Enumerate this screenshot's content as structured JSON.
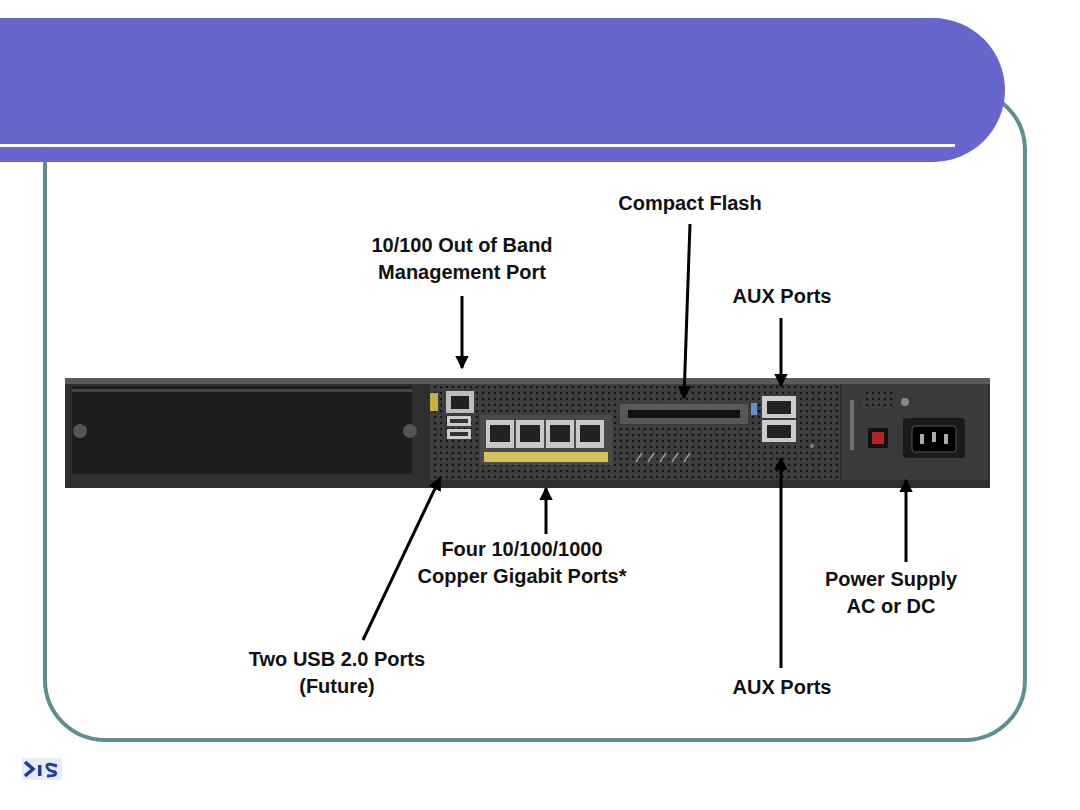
{
  "diagram": {
    "labels": [
      "Compact Flash",
      "10/100 Out of Band Management Port",
      "AUX Ports",
      "Four 10/100/1000 Copper Gigabit Ports*",
      "Two USB 2.0 Ports (Future)",
      "Power Supply AC or DC",
      "AUX Ports"
    ]
  }
}
